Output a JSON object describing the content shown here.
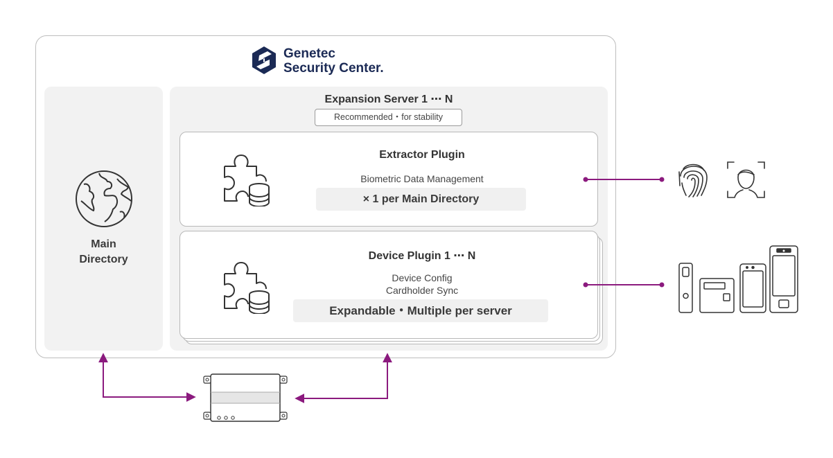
{
  "brand": {
    "line1": "Genetec",
    "line2": "Security Center.",
    "color": "#1b2a55"
  },
  "main_directory": {
    "label_line1": "Main",
    "label_line2": "Directory",
    "icon": "globe-icon"
  },
  "expansion_server": {
    "title": "Expansion Server 1 ⋯ N",
    "badge": "Recommended・for stability"
  },
  "extractor_plugin": {
    "title": "Extractor Plugin",
    "subtitle": "Biometric Data Management",
    "pill": "× 1 per Main Directory",
    "icon": "puzzle-database-icon"
  },
  "device_plugin": {
    "title": "Device Plugin 1 ⋯ N",
    "subtitle_line1": "Device Config",
    "subtitle_line2": "Cardholder Sync",
    "pill": "Expandable・Multiple per server",
    "icon": "puzzle-database-icon"
  },
  "colors": {
    "connector": "#8b1a7e",
    "panel": "#f2f2f2",
    "border": "#b8b8b8"
  },
  "icons": {
    "biometrics": [
      "fingerprint-icon",
      "face-scan-icon"
    ],
    "devices": [
      "slim-reader-icon",
      "keypad-reader-icon",
      "terminal-icon",
      "face-terminal-icon"
    ],
    "controller": "controller-box-icon"
  }
}
